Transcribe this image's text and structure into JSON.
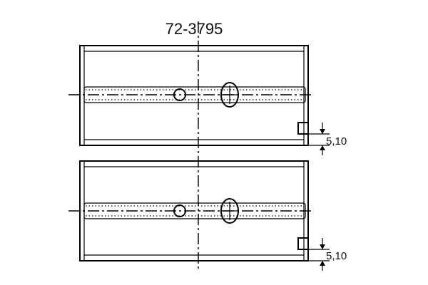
{
  "part_number": "72-3795",
  "shells": [
    {
      "name": "upper-shell",
      "dimension_label": "5,10"
    },
    {
      "name": "lower-shell",
      "dimension_label": "5,10"
    }
  ]
}
